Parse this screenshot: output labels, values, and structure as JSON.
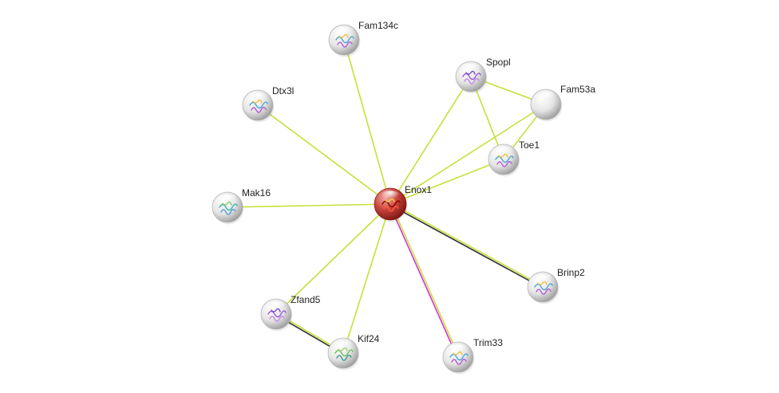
{
  "network": {
    "nodes": [
      {
        "id": "Enox1",
        "label": "Enox1",
        "query": true,
        "glyph": "red"
      },
      {
        "id": "Fam134c",
        "label": "Fam134c",
        "query": false,
        "glyph": "multi"
      },
      {
        "id": "Dtx3l",
        "label": "Dtx3l",
        "query": false,
        "glyph": "multi"
      },
      {
        "id": "Spopl",
        "label": "Spopl",
        "query": false,
        "glyph": "purple"
      },
      {
        "id": "Fam53a",
        "label": "Fam53a",
        "query": false,
        "glyph": "none"
      },
      {
        "id": "Toe1",
        "label": "Toe1",
        "query": false,
        "glyph": "multi"
      },
      {
        "id": "Mak16",
        "label": "Mak16",
        "query": false,
        "glyph": "teal"
      },
      {
        "id": "Zfand5",
        "label": "Zfand5",
        "query": false,
        "glyph": "purple"
      },
      {
        "id": "Kif24",
        "label": "Kif24",
        "query": false,
        "glyph": "green"
      },
      {
        "id": "Trim33",
        "label": "Trim33",
        "query": false,
        "glyph": "multi"
      },
      {
        "id": "Brinp2",
        "label": "Brinp2",
        "query": false,
        "glyph": "multi"
      }
    ],
    "edges": [
      {
        "from": "Enox1",
        "to": "Fam134c",
        "evidence": [
          "textmining"
        ]
      },
      {
        "from": "Enox1",
        "to": "Dtx3l",
        "evidence": [
          "textmining"
        ]
      },
      {
        "from": "Enox1",
        "to": "Spopl",
        "evidence": [
          "textmining"
        ]
      },
      {
        "from": "Enox1",
        "to": "Fam53a",
        "evidence": [
          "textmining"
        ]
      },
      {
        "from": "Enox1",
        "to": "Toe1",
        "evidence": [
          "textmining"
        ]
      },
      {
        "from": "Enox1",
        "to": "Mak16",
        "evidence": [
          "textmining"
        ]
      },
      {
        "from": "Enox1",
        "to": "Zfand5",
        "evidence": [
          "textmining"
        ]
      },
      {
        "from": "Enox1",
        "to": "Kif24",
        "evidence": [
          "textmining"
        ]
      },
      {
        "from": "Enox1",
        "to": "Trim33",
        "evidence": [
          "textmining",
          "experiments"
        ]
      },
      {
        "from": "Enox1",
        "to": "Brinp2",
        "evidence": [
          "textmining",
          "coexpression"
        ]
      },
      {
        "from": "Spopl",
        "to": "Fam53a",
        "evidence": [
          "textmining"
        ]
      },
      {
        "from": "Spopl",
        "to": "Toe1",
        "evidence": [
          "textmining"
        ]
      },
      {
        "from": "Fam53a",
        "to": "Toe1",
        "evidence": [
          "textmining"
        ]
      },
      {
        "from": "Zfand5",
        "to": "Kif24",
        "evidence": [
          "textmining",
          "coexpression"
        ]
      }
    ],
    "colors": {
      "textmining": "#c7e03a",
      "experiments": "#d633d6",
      "coexpression": "#333333",
      "query_node": "#c0302c",
      "node": "#e4e4e4"
    }
  }
}
